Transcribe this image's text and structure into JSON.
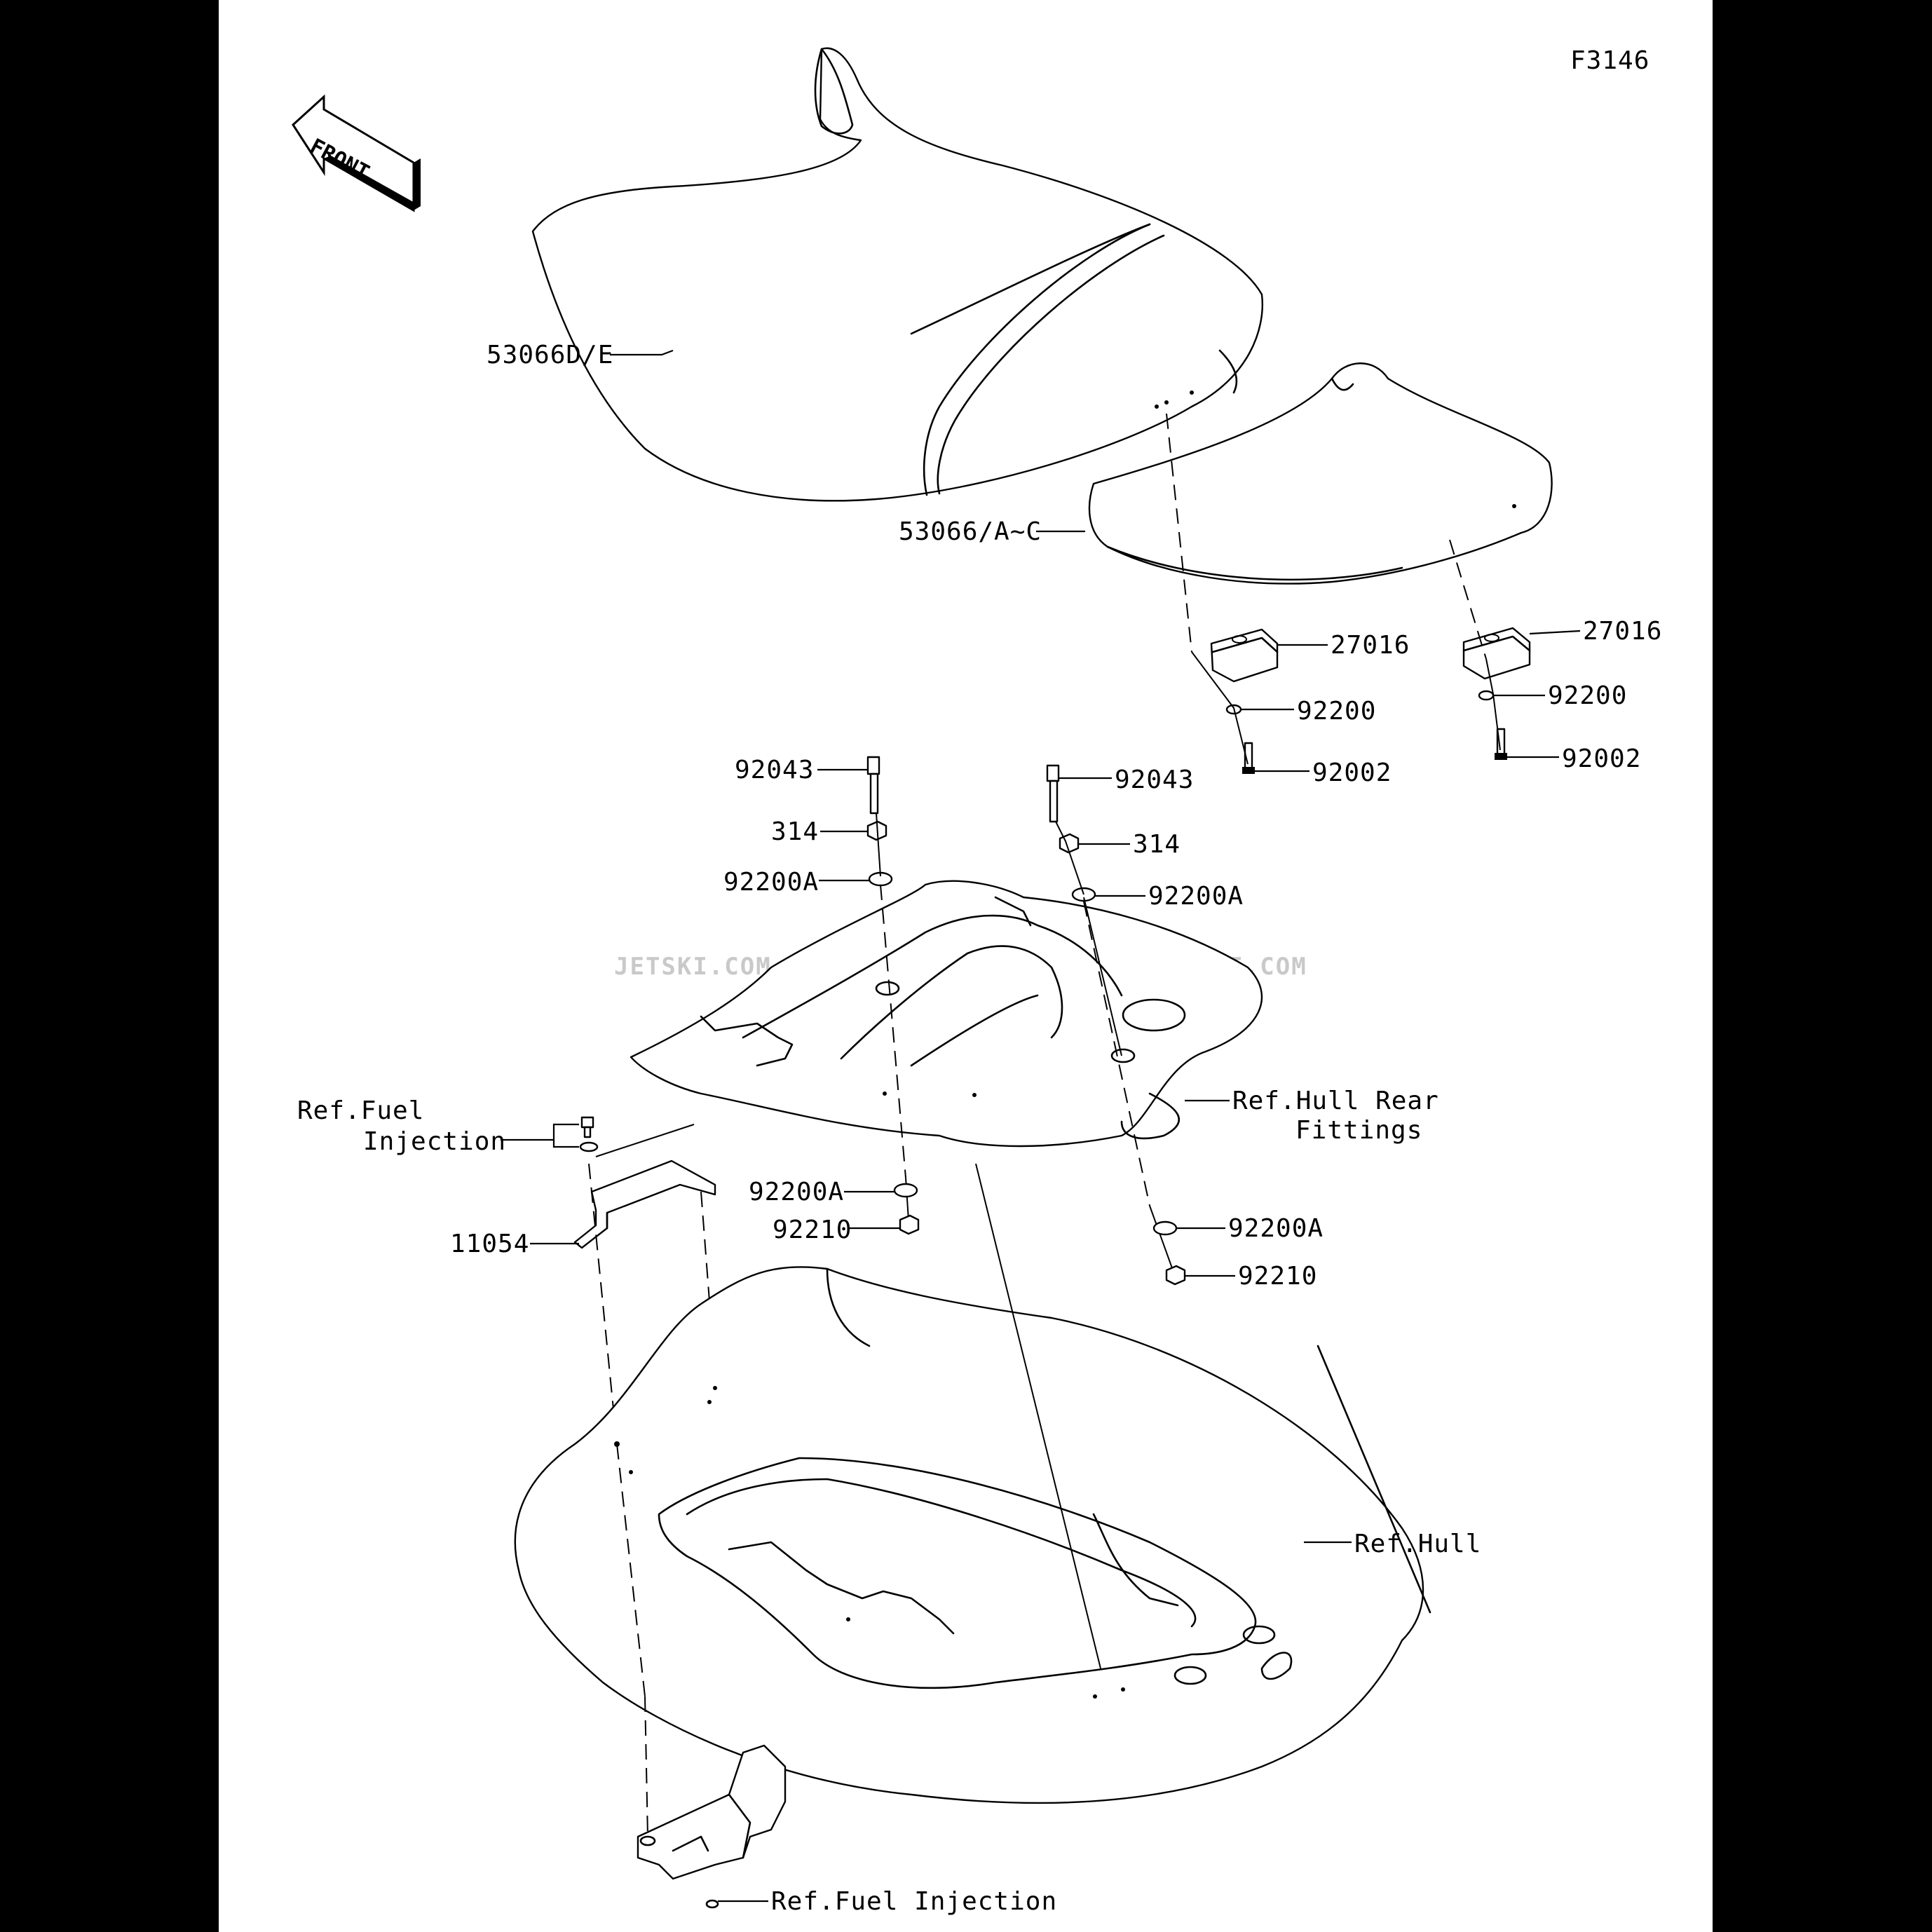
{
  "figure_code": "F3146",
  "front_label": "FRONT",
  "watermark": "JETSKI.COM PROMO-JETSKI.COM PROMO-JETSKI.COM",
  "labels": {
    "seat_front": "53066D/E",
    "seat_rear": "53066/A~C",
    "bracket_left": "27016",
    "bracket_right": "27016",
    "washer_left": "92200",
    "washer_right": "92200",
    "bolt_left": "92002",
    "bolt_right": "92002",
    "stud_left": "92043",
    "stud_right": "92043",
    "nut314_left": "314",
    "nut314_right": "314",
    "washer_a_top_left": "92200A",
    "washer_a_top_right": "92200A",
    "hull_rear_line1": "Ref.Hull Rear",
    "hull_rear_line2": "Fittings",
    "fuel_line1": "Ref.Fuel",
    "fuel_line2": "Injection",
    "washer_a_bottom_left": "92200A",
    "washer_a_bottom_right": "92200A",
    "nut_bottom_left": "92210",
    "nut_bottom_right": "92210",
    "bracket_11054": "11054",
    "hull": "Ref.Hull",
    "fuel_bottom": "Ref.Fuel Injection"
  }
}
